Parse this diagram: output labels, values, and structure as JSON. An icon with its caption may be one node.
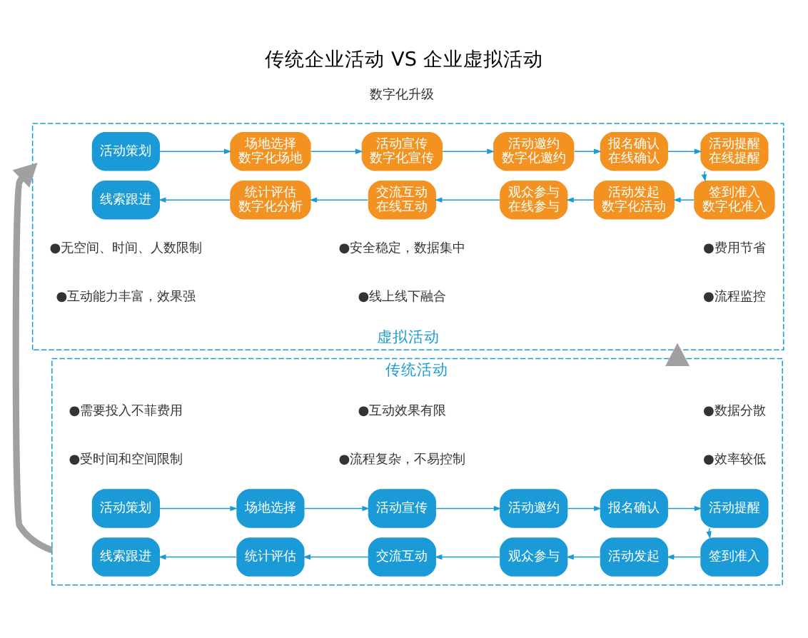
{
  "diagram": {
    "title": "传统企业活动 VS 企业虚拟活动",
    "nodes": [
      {
        "text": [
          "传统活动"
        ]
      },
      {
        "text": [
          "活动策划"
        ],
        "in": 0
      },
      {
        "text": [
          "场地选择"
        ],
        "in": 0
      },
      {
        "text": [
          "活动宣传"
        ],
        "in": 0
      },
      {
        "text": [
          "活动邀约"
        ],
        "in": 0
      },
      {
        "text": [
          "报名确认"
        ],
        "in": 0
      },
      {
        "text": [
          "活动提醒"
        ],
        "in": 0
      },
      {
        "text": [
          "签到准入"
        ],
        "in": 0
      },
      {
        "text": [
          "活动发起"
        ],
        "in": 0
      },
      {
        "text": [
          "观众参与"
        ],
        "in": 0
      },
      {
        "text": [
          "交流互动"
        ],
        "in": 0
      },
      {
        "text": [
          "统计评估"
        ],
        "in": 0
      },
      {
        "text": [
          "线索跟进"
        ],
        "in": 0
      },
      {
        "text": [
          "虚拟活动"
        ]
      },
      {
        "text": [
          "活动策划"
        ],
        "in": 13
      },
      {
        "text": [
          "场地选择",
          "数字化场地"
        ],
        "in": 13
      },
      {
        "text": [
          "活动宣传",
          "数字化宣传"
        ],
        "in": 13
      },
      {
        "text": [
          "活动邀约",
          "数字化邀约"
        ],
        "in": 13
      },
      {
        "text": [
          "报名确认",
          "在线确认"
        ],
        "in": 13
      },
      {
        "text": [
          "活动提醒",
          "在线提醒"
        ],
        "in": 13
      },
      {
        "text": [
          "签到准入",
          "数字化准入"
        ],
        "in": 13
      },
      {
        "text": [
          "活动发起",
          "数字化活动"
        ],
        "in": 13
      },
      {
        "text": [
          "观众参与",
          "在线参与"
        ],
        "in": 13
      },
      {
        "text": [
          "交流互动",
          "在线互动"
        ],
        "in": 13
      },
      {
        "text": [
          "统计评估",
          "数字化分析"
        ],
        "in": 13
      },
      {
        "text": [
          "线索跟进"
        ],
        "in": 13
      }
    ],
    "edges": [
      {
        "from": 1,
        "to": 2,
        "arrow": "to"
      },
      {
        "from": 2,
        "to": 3,
        "arrow": "to"
      },
      {
        "from": 3,
        "to": 4,
        "arrow": "to"
      },
      {
        "from": 4,
        "to": 5,
        "arrow": "to"
      },
      {
        "from": 5,
        "to": 6,
        "arrow": "to"
      },
      {
        "from": 6,
        "to": 7,
        "arrow": "to"
      },
      {
        "from": 7,
        "to": 8,
        "arrow": "to"
      },
      {
        "from": 8,
        "to": 9,
        "arrow": "to"
      },
      {
        "from": 9,
        "to": 10,
        "arrow": "to"
      },
      {
        "from": 10,
        "to": 11,
        "arrow": "to"
      },
      {
        "from": 11,
        "to": 12,
        "arrow": "to"
      },
      {
        "from": 0,
        "to": 13,
        "arrow": "to",
        "style": "thick",
        "color": "#a0a0a0"
      },
      {
        "from": 0,
        "to": 13,
        "arrow": "to",
        "style": "thick",
        "color": "#a0a0a0"
      },
      {
        "from": 14,
        "to": 15,
        "arrow": "to"
      },
      {
        "from": 15,
        "to": 16,
        "arrow": "to"
      },
      {
        "from": 16,
        "to": 17,
        "arrow": "to"
      },
      {
        "from": 17,
        "to": 18,
        "arrow": "to"
      },
      {
        "from": 18,
        "to": 19,
        "arrow": "to"
      },
      {
        "from": 19,
        "to": 20,
        "arrow": "to"
      },
      {
        "from": 20,
        "to": 21,
        "arrow": "to"
      },
      {
        "from": 21,
        "to": 22,
        "arrow": "to"
      },
      {
        "from": 22,
        "to": 23,
        "arrow": "to"
      },
      {
        "from": 23,
        "to": 24,
        "arrow": "to"
      },
      {
        "from": 24,
        "to": 25,
        "arrow": "to"
      }
    ],
    "labels": [
      "●需要投入不菲费用",
      "●互动效果有限",
      "●数据分散",
      "●受时间和空间限制",
      "●流程复杂，不易控制",
      "●效率较低",
      "数字化升级",
      "●无空间、时间、人数限制",
      "●安全稳定，数据集中",
      "●费用节省",
      "●互动能力丰富，效果强",
      "●线上线下融合",
      "●流程监控"
    ]
  }
}
